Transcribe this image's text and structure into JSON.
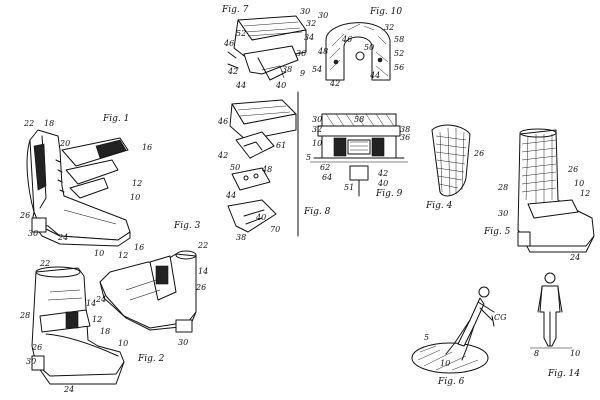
{
  "figures": {
    "fig1": {
      "caption": "Fig. 1",
      "refs": [
        "22",
        "18",
        "20",
        "16",
        "12",
        "10",
        "26",
        "24",
        "30"
      ]
    },
    "fig2": {
      "caption": "Fig. 2",
      "refs": [
        "22",
        "28",
        "14",
        "12",
        "18",
        "10",
        "30",
        "24",
        "26"
      ]
    },
    "fig3": {
      "caption": "Fig. 3",
      "refs": [
        "10",
        "12",
        "16",
        "22",
        "14",
        "26",
        "24",
        "30"
      ]
    },
    "fig4": {
      "caption": "Fig. 4",
      "refs": [
        "26"
      ]
    },
    "fig5": {
      "caption": "Fig. 5",
      "refs": [
        "26",
        "28",
        "12",
        "10",
        "30",
        "24"
      ]
    },
    "fig6": {
      "caption": "Fig. 6",
      "refs": [
        "5",
        "CG",
        "10"
      ]
    },
    "fig7": {
      "caption": "Fig. 7",
      "refs": [
        "30",
        "32",
        "34",
        "52",
        "46",
        "42",
        "36",
        "44",
        "40",
        "38",
        "9"
      ]
    },
    "fig8": {
      "caption": "Fig. 8",
      "refs": [
        "46",
        "61",
        "42",
        "48",
        "50",
        "44",
        "40",
        "38",
        "70"
      ]
    },
    "fig9": {
      "caption": "Fig. 9",
      "refs": [
        "30",
        "32",
        "58",
        "38",
        "36",
        "10",
        "5",
        "62",
        "64",
        "51",
        "42",
        "40"
      ]
    },
    "fig10": {
      "caption": "Fig. 10",
      "refs": [
        "30",
        "32",
        "58",
        "46",
        "52",
        "50",
        "48",
        "56",
        "54",
        "44",
        "42"
      ]
    },
    "fig14": {
      "caption": "Fig. 14",
      "refs": [
        "8",
        "10"
      ]
    }
  }
}
